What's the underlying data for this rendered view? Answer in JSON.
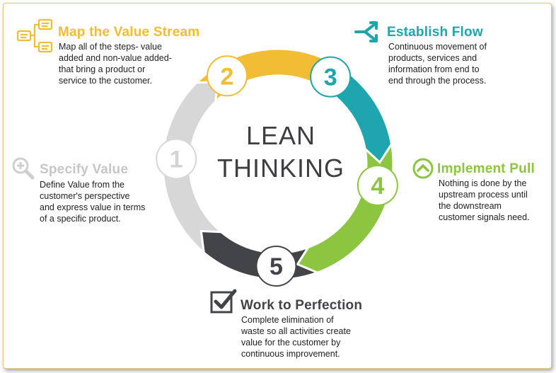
{
  "center_title": {
    "line1": "LEAN",
    "line2": "THINKING"
  },
  "colors": {
    "specify": "#d7d7d7",
    "map": "#f2bd33",
    "flow": "#1fa5ae",
    "pull": "#8cc540",
    "perfection": "#434448",
    "frame": "#e6c878"
  },
  "stages": [
    {
      "number": "1",
      "title": "Specify Value",
      "desc_lines": [
        "Define Value from the",
        "customer's perspective",
        "and express value in terms",
        "of a specific product."
      ],
      "icon": "magnifier-plus-icon"
    },
    {
      "number": "2",
      "title": "Map the Value Stream",
      "desc_lines": [
        "Map all of the steps- value",
        "added and non-value added-",
        "that bring a product or",
        "service to the customer."
      ],
      "icon": "flowchart-icon"
    },
    {
      "number": "3",
      "title": "Establish Flow",
      "desc_lines": [
        "Continuous movement of",
        "products, services and",
        "information from end to",
        "end through the process."
      ],
      "icon": "split-arrows-icon"
    },
    {
      "number": "4",
      "title": "Implement Pull",
      "desc_lines": [
        "Nothing is done by the",
        "upstream process until",
        "the downstream",
        "customer signals need."
      ],
      "icon": "chevron-up-circle-icon"
    },
    {
      "number": "5",
      "title": "Work to Perfection",
      "desc_lines": [
        "Complete elimination of",
        "waste so all activities create",
        "value for the customer by",
        "continuous improvement."
      ],
      "icon": "checkbox-icon"
    }
  ]
}
